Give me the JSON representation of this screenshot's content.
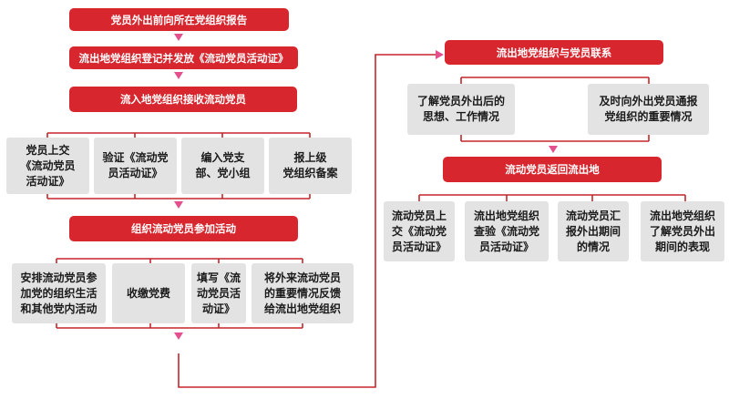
{
  "colors": {
    "header": "#d7262e",
    "card": "#e3e3e3",
    "arrow": "#e4508d",
    "line": "#c5252c"
  },
  "left_flow": {
    "step1": "党员外出前向所在党组织报告",
    "step2": "流出地党组织登记并发放《流动党员活动证》",
    "step3": "流入地党组织接收流动党员",
    "step3_items": [
      "党员上交\n《流动党员\n活动证》",
      "验证《流动党\n员活动证》",
      "编入党支\n部、党小组",
      "报上级\n党组织备案"
    ],
    "step4": "组织流动党员参加活动",
    "step4_items": [
      "安排流动党员参\n加党的组织生活\n和其他党内活动",
      "收缴党费",
      "填写《流\n动党员活\n动证》",
      "将外来流动党员\n的重要情况反馈\n给流出地党组织"
    ]
  },
  "right_flow": {
    "step1": "流出地党组织与党员联系",
    "step1_items": [
      "了解党员外出后的\n思想、工作情况",
      "及时向外出党员通报\n党组织的重要情况"
    ],
    "step2": "流动党员返回流出地",
    "step2_items": [
      "流动党员上\n交《流动党\n员活动证》",
      "流出地党组织\n查验《流动党\n员活动证》",
      "流动党员汇\n报外出期间\n的情况",
      "流出地党组织\n了解党员外出\n期间的表现"
    ]
  }
}
